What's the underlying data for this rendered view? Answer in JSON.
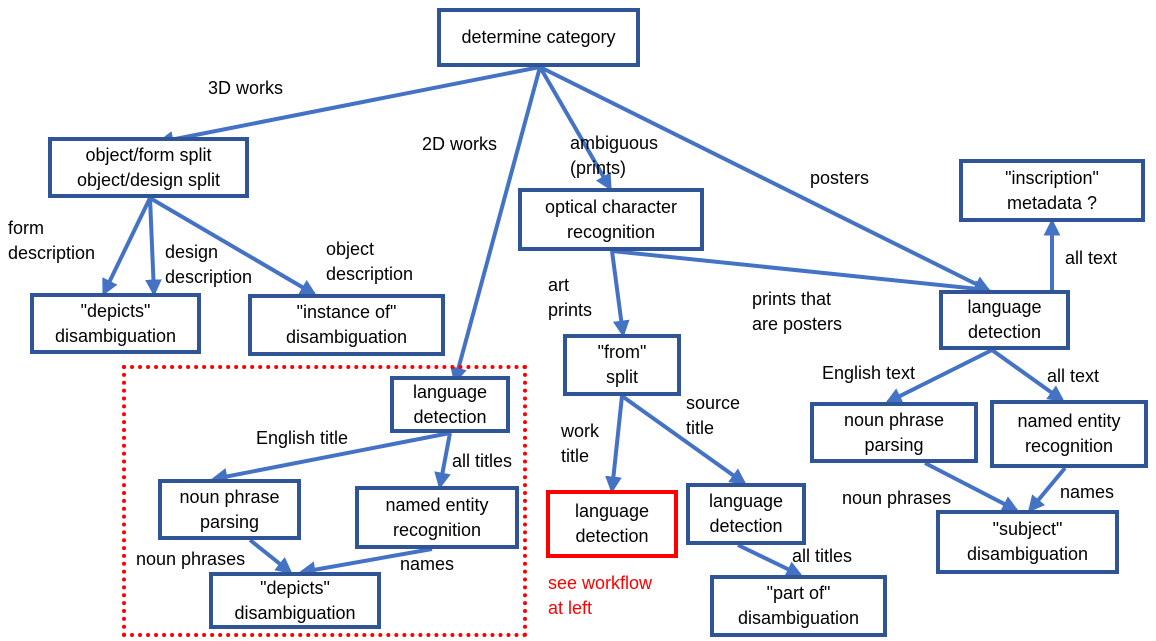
{
  "colors": {
    "node_border": "#2f5597",
    "arrow": "#4472c4",
    "highlight": "#ff0000"
  },
  "nodes": {
    "determine_category": "determine category",
    "object_form_split": "object/form split\nobject/design split",
    "optical_character_recognition": "optical character\nrecognition",
    "inscription_metadata": "\"inscription\"\nmetadata ?",
    "depicts_disambiguation_top": "\"depicts\"\ndisambiguation",
    "instance_of_disambiguation": "\"instance of\"\ndisambiguation",
    "from_split": "\"from\"\nsplit",
    "language_detection_right": "language\ndetection",
    "language_detection_left": "language\ndetection",
    "noun_phrase_parsing_left": "noun phrase\nparsing",
    "named_entity_recognition_left": "named entity\nrecognition",
    "depicts_disambiguation_bottom": "\"depicts\"\ndisambiguation",
    "language_detection_red": "language\ndetection",
    "language_detection_mid": "language\ndetection",
    "part_of_disambiguation": "\"part of\"\ndisambiguation",
    "noun_phrase_parsing_right": "noun phrase\nparsing",
    "named_entity_recognition_right": "named entity\nrecognition",
    "subject_disambiguation": "\"subject\"\ndisambiguation"
  },
  "labels": {
    "3d_works": "3D works",
    "2d_works": "2D works",
    "ambiguous_prints": "ambiguous\n(prints)",
    "posters": "posters",
    "form_description": "form\ndescription",
    "design_description": "design\ndescription",
    "object_description": "object\ndescription",
    "art_prints": "art\nprints",
    "prints_that_are_posters": "prints that\nare posters",
    "all_text_up": "all text",
    "english_title": "English title",
    "all_titles_left": "all titles",
    "noun_phrases_left": "noun phrases",
    "names_left": "names",
    "work_title": "work\ntitle",
    "source_title": "source\ntitle",
    "all_titles_mid": "all titles",
    "see_workflow": "see workflow\nat left",
    "english_text": "English text",
    "all_text_right": "all text",
    "noun_phrases_right": "noun phrases",
    "names_right": "names"
  }
}
